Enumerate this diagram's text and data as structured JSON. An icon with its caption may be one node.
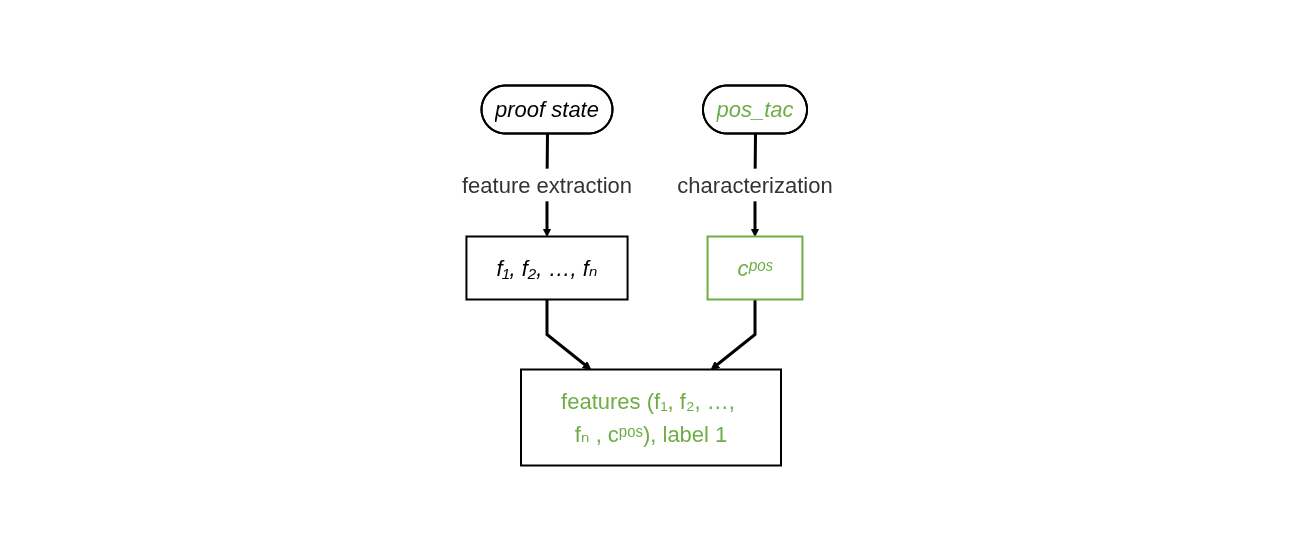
{
  "diagram": {
    "nodes": [
      {
        "text": [
          "proof state"
        ]
      },
      {
        "text": [
          "pos_tac"
        ]
      },
      {
        "text": [
          "f₁, f₂, …, fₙ"
        ]
      },
      {
        "text": [
          "cᵖᵒˢ"
        ]
      },
      {
        "text": [
          "features (f₁, f₂, …, fₙ , cᵖᵒˢ), label 1"
        ]
      }
    ],
    "edges": [
      {
        "from": 0,
        "to": 2,
        "arrow": "to",
        "label": "feature extraction"
      },
      {
        "from": 1,
        "to": 3,
        "arrow": "to",
        "label": "characterization"
      },
      {
        "from": 2,
        "to": 4,
        "arrow": "to"
      },
      {
        "from": 3,
        "to": 4,
        "arrow": "to"
      }
    ]
  }
}
